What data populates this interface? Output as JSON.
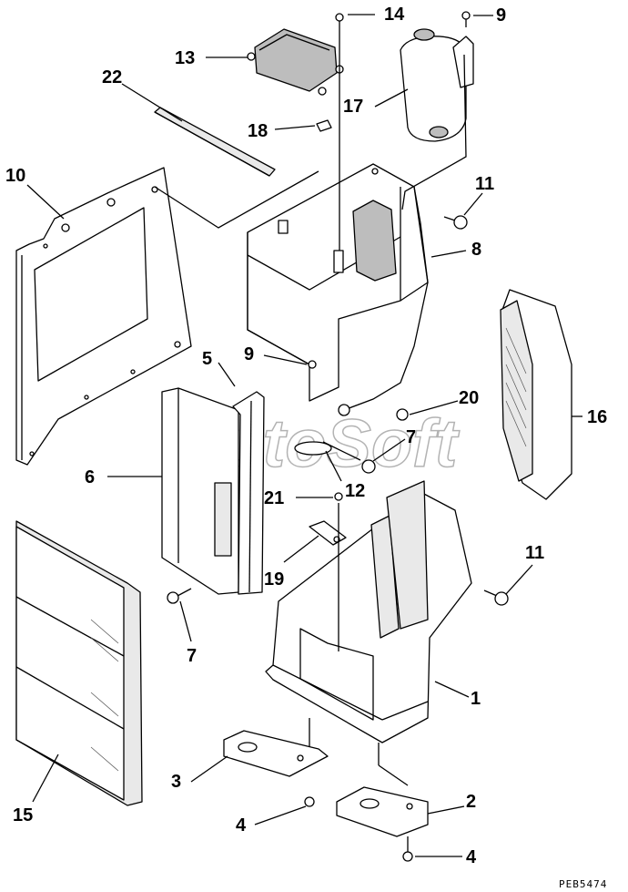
{
  "drawing_code": "PEB5474",
  "watermark": "AutoSoft",
  "callouts": [
    {
      "id": "c1",
      "text": "1"
    },
    {
      "id": "c2",
      "text": "2"
    },
    {
      "id": "c3",
      "text": "3"
    },
    {
      "id": "c4a",
      "text": "4"
    },
    {
      "id": "c4b",
      "text": "4"
    },
    {
      "id": "c5",
      "text": "5"
    },
    {
      "id": "c6",
      "text": "6"
    },
    {
      "id": "c7a",
      "text": "7"
    },
    {
      "id": "c7b",
      "text": "7"
    },
    {
      "id": "c8",
      "text": "8"
    },
    {
      "id": "c9a",
      "text": "9"
    },
    {
      "id": "c9b",
      "text": "9"
    },
    {
      "id": "c10",
      "text": "10"
    },
    {
      "id": "c11a",
      "text": "11"
    },
    {
      "id": "c11b",
      "text": "11"
    },
    {
      "id": "c12",
      "text": "12"
    },
    {
      "id": "c13",
      "text": "13"
    },
    {
      "id": "c14",
      "text": "14"
    },
    {
      "id": "c15",
      "text": "15"
    },
    {
      "id": "c16",
      "text": "16"
    },
    {
      "id": "c17",
      "text": "17"
    },
    {
      "id": "c18",
      "text": "18"
    },
    {
      "id": "c19",
      "text": "19"
    },
    {
      "id": "c20",
      "text": "20"
    },
    {
      "id": "c21",
      "text": "21"
    },
    {
      "id": "c22",
      "text": "22"
    }
  ]
}
